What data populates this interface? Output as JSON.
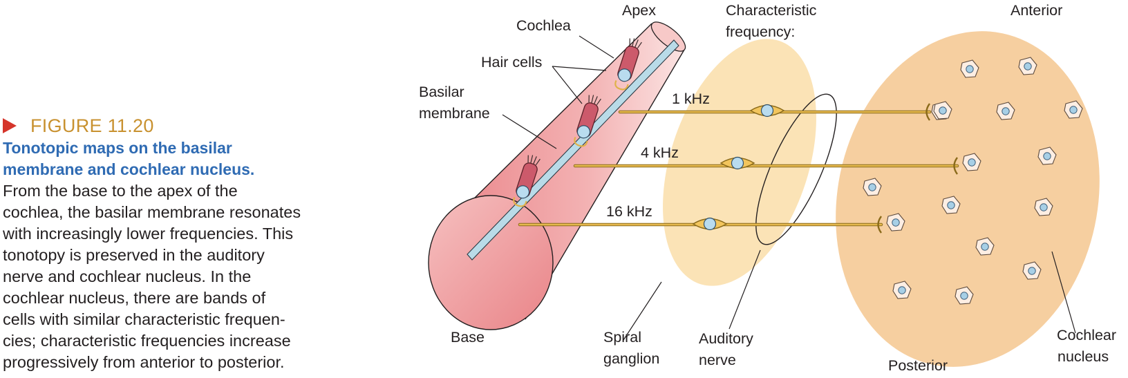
{
  "figure": {
    "label": "FIGURE 11.20",
    "title_lines": [
      "Tonotopic maps on the basilar",
      "membrane and cochlear nucleus."
    ],
    "body_lines": [
      "From the base to the apex of the",
      "cochlea, the basilar membrane resonates",
      "with increasingly lower frequencies. This",
      "tonotopy is preserved in the auditory",
      "nerve and cochlear nucleus. In the",
      "cochlear nucleus, there are bands of",
      "cells with similar characteristic frequen-",
      "cies; characteristic frequencies increase",
      "progressively from anterior to posterior."
    ]
  },
  "diagram": {
    "labels": {
      "apex": "Apex",
      "cochlea": "Cochlea",
      "hair_cells": "Hair cells",
      "basilar_line1": "Basilar",
      "basilar_line2": "membrane",
      "base": "Base",
      "char_freq_line1": "Characteristic",
      "char_freq_line2": "frequency:",
      "spiral_line1": "Spiral",
      "spiral_line2": "ganglion",
      "auditory_line1": "Auditory",
      "auditory_line2": "nerve",
      "anterior": "Anterior",
      "posterior": "Posterior",
      "cn_line1": "Cochlear",
      "cn_line2": "nucleus"
    },
    "frequencies": [
      "1 kHz",
      "4 kHz",
      "16 kHz"
    ]
  },
  "colors": {
    "cochlea": "#e9858a",
    "basilar": "#b9dbe8",
    "hair_cell": "#cc5a6b",
    "ganglion": "#fbe3b6",
    "nucleus": "#f6cfa0",
    "axon": "#e0b24a",
    "figure_label": "#c8912f",
    "title": "#2f6bb3",
    "marker": "#d5352b"
  }
}
